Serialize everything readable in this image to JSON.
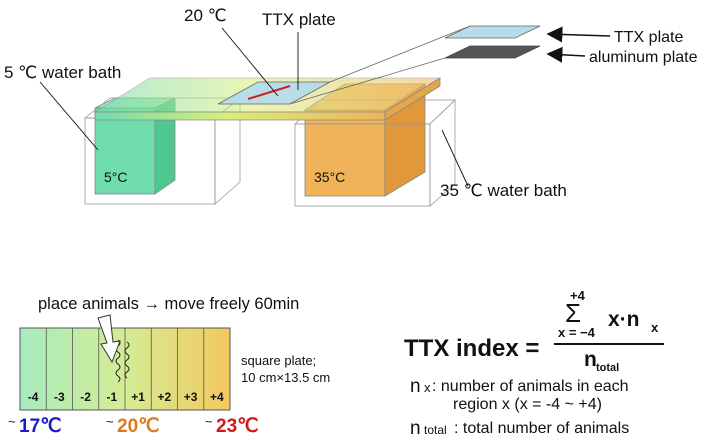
{
  "top": {
    "label_20c": "20 ℃",
    "label_ttx_plate_top": "TTX plate",
    "label_5c_bath": "5 ℃ water bath",
    "label_ttx_plate_right": "TTX plate",
    "label_aluminum_plate": "aluminum plate",
    "label_5c_block": "5°C",
    "label_35c_block": "35°C",
    "label_35c_bath": "35 ℃ water bath",
    "colors": {
      "cold": "#6fdcae",
      "hot": "#f0b35a",
      "glass": "#b9dde8",
      "aluminum": "#555555",
      "marker": "#cc2222"
    }
  },
  "bottom": {
    "place_animals": "place animals → move freely 60min",
    "regions": [
      "-4",
      "-3",
      "-2",
      "-1",
      "+1",
      "+2",
      "+3",
      "+4"
    ],
    "plate_note_1": "square plate;",
    "plate_note_2": "10 cm×13.5 cm",
    "temp_left": "17℃",
    "temp_mid": "20℃",
    "temp_right": "23℃",
    "tilde": "~",
    "colors": {
      "temp_left": "#1a1acc",
      "temp_mid": "#e07820",
      "temp_right": "#cc1a1a"
    }
  },
  "formula": {
    "lhs": "TTX index =",
    "sum_upper": "+4",
    "sigma": "Σ",
    "sum_lower": "x = −4",
    "term": "x·n",
    "term_sub": "x",
    "denominator": "n",
    "denominator_sub": "total",
    "nx_symbol": "n",
    "nx_sub": "x",
    "nx_desc_1": ":  number of animals in each",
    "nx_desc_2": "region x (x = -4 ~ +4)",
    "ntotal_symbol": "n",
    "ntotal_sub": "total",
    "ntotal_desc": ":  total number of animals"
  }
}
